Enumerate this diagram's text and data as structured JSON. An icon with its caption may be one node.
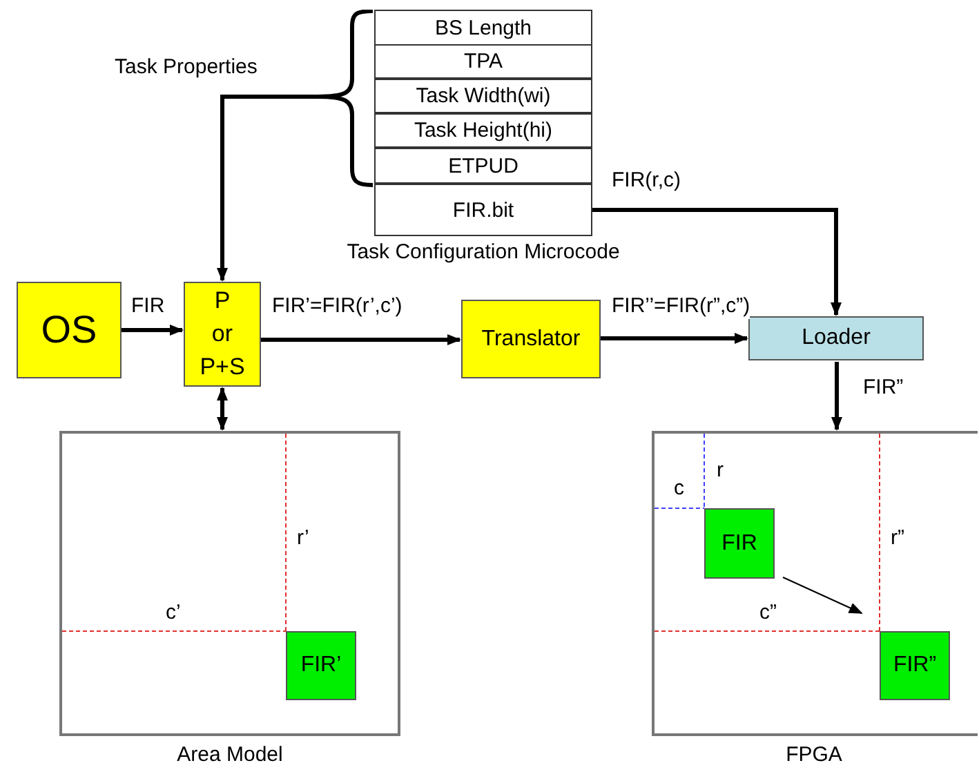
{
  "diagram": {
    "nodes": [
      {
        "text": [
          "Task Properties"
        ]
      },
      {
        "text": [
          "Task Configuration Microcode"
        ]
      },
      {
        "text": [
          "BS Length"
        ],
        "in": 1
      },
      {
        "text": [
          "TPA"
        ],
        "in": 1
      },
      {
        "text": [
          "Task Width(wi)"
        ],
        "in": 1
      },
      {
        "text": [
          "Task Height(hi)"
        ],
        "in": 1
      },
      {
        "text": [
          "ETPUD"
        ],
        "in": 1
      },
      {
        "text": [
          "FIR.bit"
        ],
        "in": 1
      },
      {
        "text": [
          "OS"
        ]
      },
      {
        "text": [
          "P or P+S"
        ]
      },
      {
        "text": [
          "Translator"
        ]
      },
      {
        "text": [
          "Loader"
        ]
      },
      {
        "text": [
          "Area Model"
        ]
      },
      {
        "text": [
          "FIR’"
        ],
        "in": 12
      },
      {
        "text": [
          "FPGA"
        ]
      },
      {
        "text": [
          "FIR"
        ],
        "in": 14
      },
      {
        "text": [
          "FIR”"
        ],
        "in": 14
      }
    ],
    "edges": [
      {
        "from": 0,
        "to": 9,
        "arrow": "to"
      },
      {
        "from": 7,
        "to": 11,
        "arrow": "to",
        "label": "FIR(r,c)"
      },
      {
        "from": 8,
        "to": 9,
        "arrow": "to",
        "label": "FIR"
      },
      {
        "from": 9,
        "to": 10,
        "arrow": "to",
        "label": "FIR’=FIR(r’,c’)"
      },
      {
        "from": 10,
        "to": 11,
        "arrow": "to",
        "label": "FIR’’=FIR(r”,c”)"
      },
      {
        "from": 11,
        "to": 14,
        "arrow": "to",
        "label": "FIR”"
      },
      {
        "from": 9,
        "to": 12,
        "arrow": "both"
      },
      {
        "from": 15,
        "to": 16,
        "arrow": "to"
      }
    ],
    "labels": [
      "r’",
      "c’",
      "c",
      "r",
      "r”",
      "c”"
    ]
  }
}
